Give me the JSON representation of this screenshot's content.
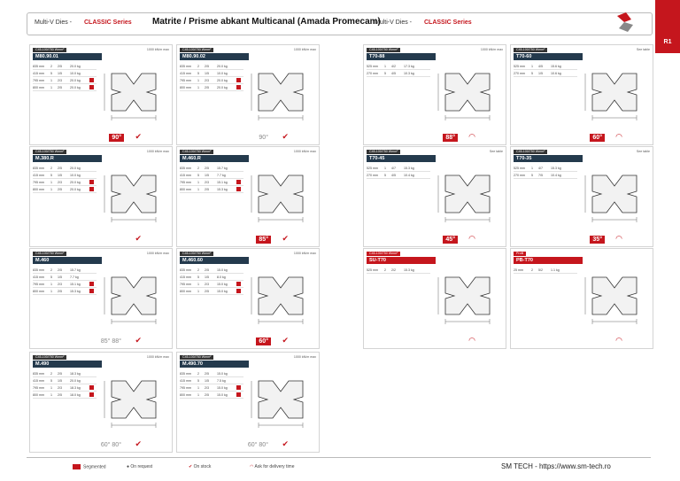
{
  "header": {
    "left_brand": "Multi-V Dies -",
    "left_series": "CLASSIC Series",
    "title": "Matrite / Prisme abkant Multicanal (Amada Promecam)",
    "right_brand": "Multi-V Dies -",
    "right_series": "CLASSIC Series"
  },
  "page_tab": "R1",
  "cards": [
    {
      "bar": "C45-100/750 Wmm²",
      "max": "1000 kN/m max",
      "name": "M80.90.01",
      "angle": "90°",
      "rows": [
        "835 mm|2|2/5|20.0 kg",
        "415 mm|5|1/5|10.0 kg",
        "795 mm|1|2/3|20.0 kg",
        "800 mm|1|2/5|20.0 kg"
      ]
    },
    {
      "bar": "C45-100/750 Wmm²",
      "max": "1000 kN/m max",
      "name": "M80.90.02",
      "angle": "90°",
      "rows": [
        "835 mm|2|2/5|20.0 kg",
        "415 mm|5|1/5|10.0 kg",
        "795 mm|1|2/3|20.0 kg",
        "800 mm|1|2/5|20.0 kg"
      ]
    },
    {
      "bar": "C45-100/750 Wmm²",
      "max": "1000 kN/m max",
      "name": "T70-88",
      "angle": "88°",
      "rows": [
        "525 mm|1|4/2|17.3 kg",
        "270 mm|5|4/5|10.3 kg"
      ]
    },
    {
      "bar": "C45-100/750 Wmm²",
      "max": "See table",
      "name": "T70-60",
      "angle": "60°",
      "rows": [
        "525 mm|1|4/5|15.6 kg",
        "270 mm|5|1/5|10.6 kg"
      ]
    },
    {
      "bar": "C45-100/750 Wmm²",
      "max": "1000 kN/m max",
      "name": "M.380.R",
      "angle": "",
      "rows": [
        "835 mm|2|2/5|20.0 kg",
        "415 mm|5|1/5|10.0 kg",
        "795 mm|1|2/3|20.0 kg",
        "800 mm|1|2/5|20.0 kg"
      ]
    },
    {
      "bar": "C45-100/750 Wmm²",
      "max": "1000 kN/m max",
      "name": "M.460.R",
      "angle": "85°",
      "rows": [
        "835 mm|2|2/5|15.7 kg",
        "415 mm|5|1/5|7.7 kg",
        "795 mm|1|2/3|15.1 kg",
        "800 mm|1|2/5|15.3 kg"
      ]
    },
    {
      "bar": "C45-100/750 Wmm²",
      "max": "See table",
      "name": "T70-45",
      "angle": "45°",
      "rows": [
        "525 mm|1|4/7|15.3 kg",
        "270 mm|5|4/5|10.4 kg"
      ]
    },
    {
      "bar": "C45-100/750 Wmm²",
      "max": "See table",
      "name": "T70-35",
      "angle": "35°",
      "rows": [
        "525 mm|1|4/7|15.3 kg",
        "270 mm|5|7/5|10.4 kg"
      ]
    },
    {
      "bar": "C45-100/750 Wmm²",
      "max": "1000 kN/m max",
      "name": "M.460",
      "angle": "85° 88°",
      "rows": [
        "835 mm|2|2/5|15.7 kg",
        "415 mm|5|1/5|7.7 kg",
        "795 mm|1|2/3|15.1 kg",
        "800 mm|1|2/5|15.3 kg"
      ]
    },
    {
      "bar": "C45-100/750 Wmm²",
      "max": "1000 kN/m max",
      "name": "M.460.60",
      "angle": "60°",
      "rows": [
        "835 mm|2|2/5|15.0 kg",
        "415 mm|5|1/5|8.0 kg",
        "795 mm|1|2/3|15.0 kg",
        "800 mm|1|2/5|15.0 kg"
      ]
    },
    {
      "bar": "C45-100/750 Wmm²",
      "max": "",
      "name": "SU-T70",
      "angle": "",
      "rows": [
        "525 mm|2|2/2|15.3 kg"
      ]
    },
    {
      "bar": "Profil",
      "max": "",
      "name": "PB-T70",
      "angle": "",
      "rows": [
        "25 mm|2|5/2|1.1 kg"
      ]
    },
    {
      "bar": "C45-100/750 Wmm²",
      "max": "1000 kN/m max",
      "name": "M.490",
      "angle": "60° 80°",
      "rows": [
        "835 mm|2|2/5|18.3 kg",
        "415 mm|5|1/5|20.0 kg",
        "795 mm|1|2/3|18.3 kg",
        "800 mm|1|2/5|18.0 kg"
      ]
    },
    {
      "bar": "C45-100/750 Wmm²",
      "max": "1000 kN/m max",
      "name": "M.490.70",
      "angle": "60° 80°",
      "rows": [
        "835 mm|2|2/5|15.0 kg",
        "415 mm|5|1/5|7.5 kg",
        "795 mm|1|2/3|15.0 kg",
        "800 mm|1|2/5|15.0 kg"
      ]
    }
  ],
  "footer": {
    "segmented": "Segmented",
    "on_request": "On request",
    "on_stock": "On stock",
    "ask": "Ask for delivery time",
    "site": "SM TECH - https://www.sm-tech.ro"
  },
  "colors": {
    "accent": "#c5161d",
    "header_bar": "#243a4d"
  }
}
